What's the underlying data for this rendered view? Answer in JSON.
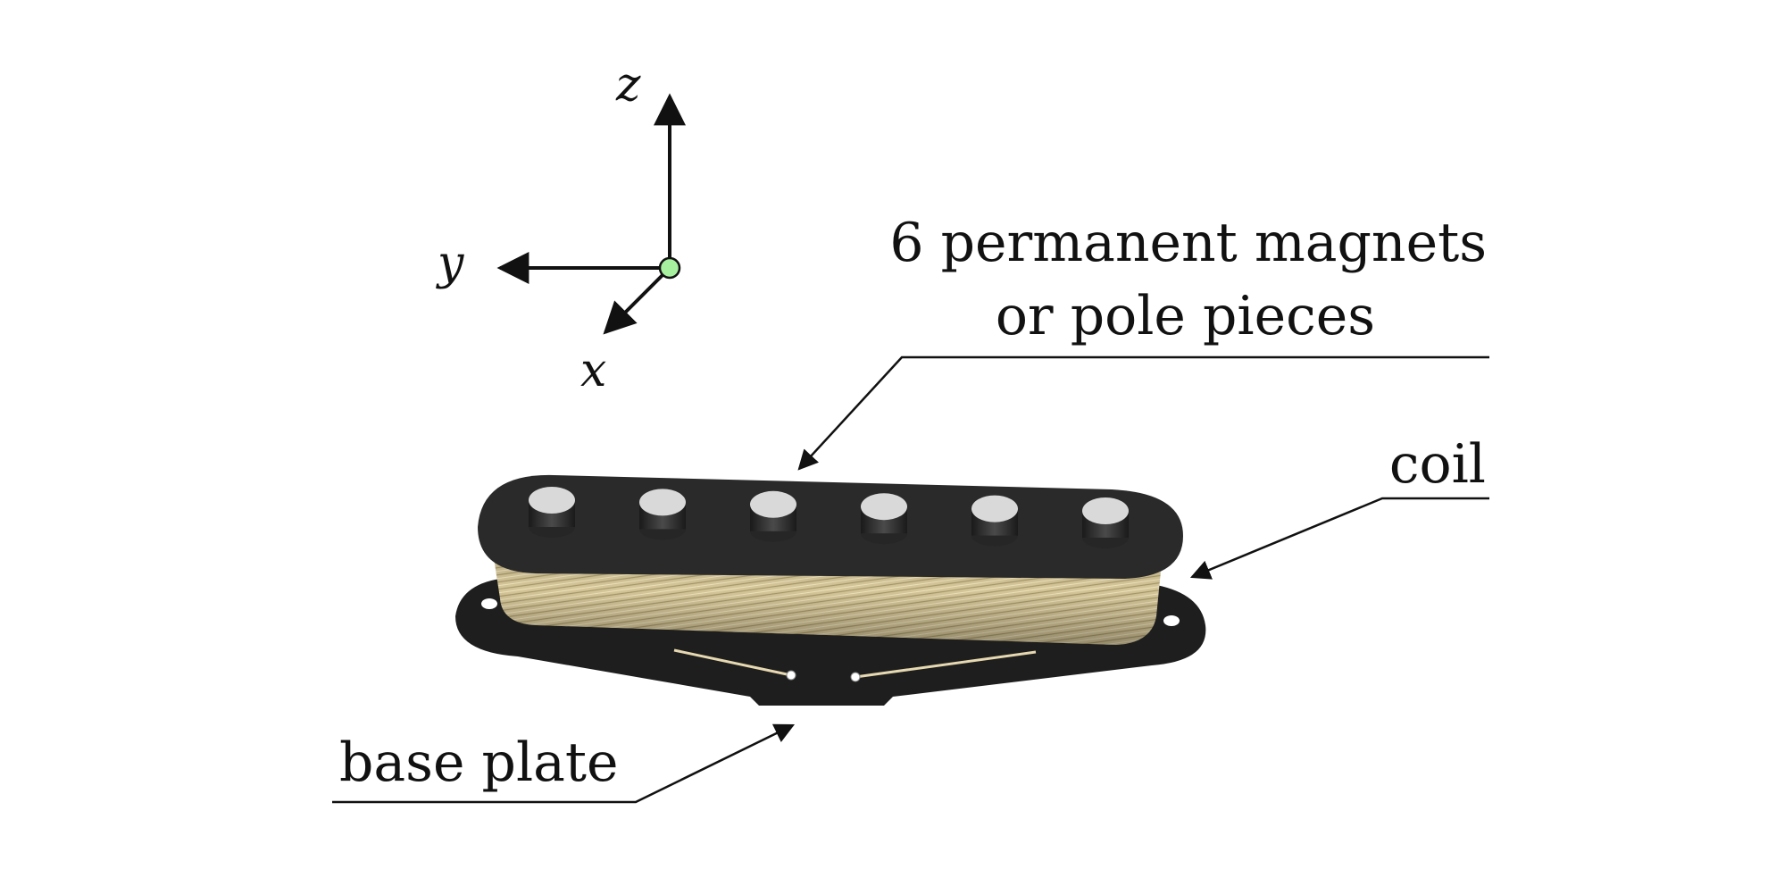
{
  "axes": {
    "x_label": "x",
    "y_label": "y",
    "z_label": "z",
    "origin_color": "#a6f0a0"
  },
  "callouts": {
    "magnets_line1": "6 permanent magnets",
    "magnets_line2": "or pole pieces",
    "coil": "coil",
    "base_plate": "base plate"
  },
  "pickup": {
    "pole_count": 6,
    "cover_color": "#2a2a2a",
    "coil_color": "#d6c79a",
    "pole_color": "#d9d9d9",
    "plate_color": "#1e1e1e",
    "wire_color": "#e6d8b0"
  }
}
